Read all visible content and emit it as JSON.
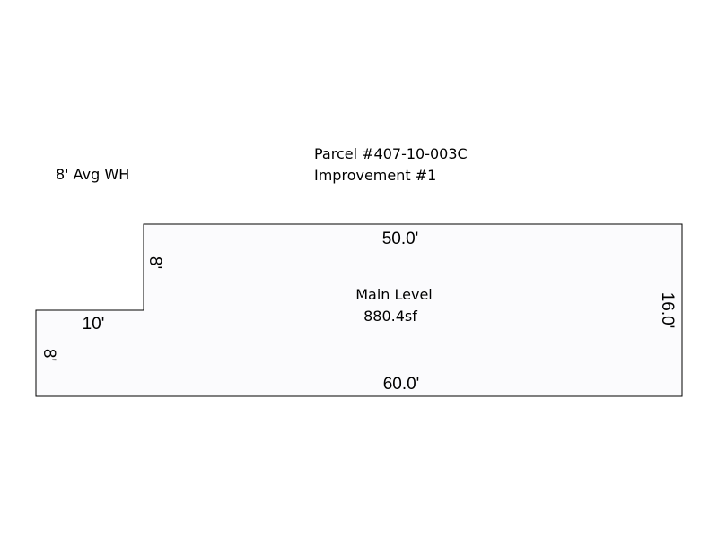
{
  "header": {
    "parcel": "Parcel #407-10-003C",
    "improvement": "Improvement #1"
  },
  "wall_height_note": "8' Avg WH",
  "area": {
    "name": "Main Level",
    "size": "880.4sf"
  },
  "dimensions": {
    "top": "50.0'",
    "bottom": "60.0'",
    "right": "16.0'",
    "notch_width": "10'",
    "notch_height": "8'",
    "left_height": "8'"
  },
  "colors": {
    "outline": "#000000",
    "fill": "#fbfbfd",
    "background": "#ffffff"
  }
}
